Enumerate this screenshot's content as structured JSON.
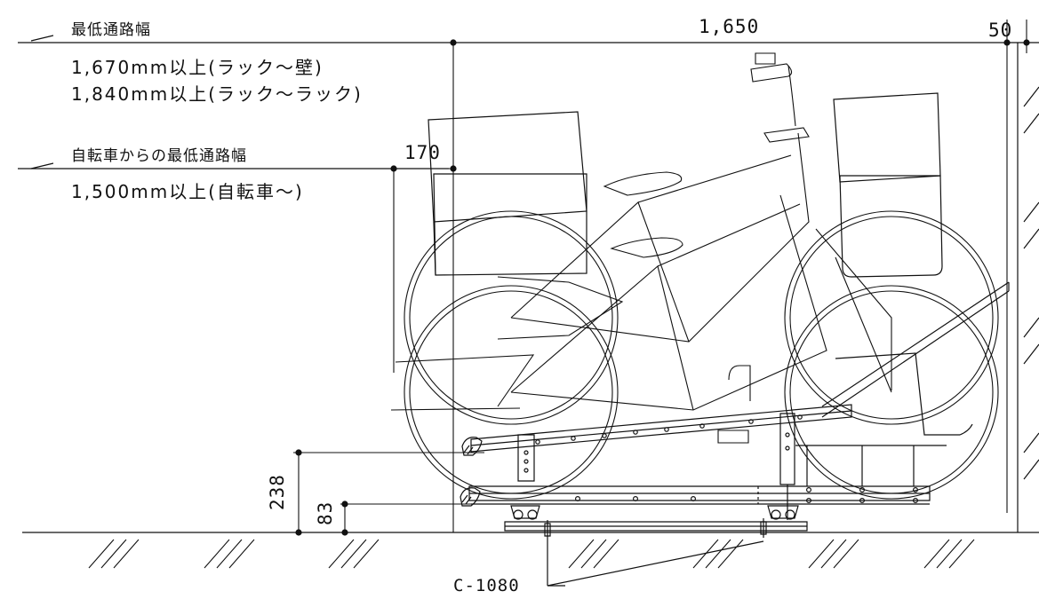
{
  "labels": {
    "min_aisle_title": "最低通路幅",
    "min_aisle_rack_wall": "1,670mm以上(ラック〜壁)",
    "min_aisle_rack_rack": "1,840mm以上(ラック〜ラック)",
    "bike_aisle_title": "自転車からの最低通路幅",
    "bike_aisle_value": "1,500mm以上(自転車〜)",
    "model_code": "C-1080"
  },
  "dimensions": {
    "overall_length": "1,650",
    "wall_gap": "50",
    "offset": "170",
    "upper_rail_height": "238",
    "lower_rail_height": "83"
  },
  "colors": {
    "line": "#111111",
    "background": "#ffffff"
  }
}
